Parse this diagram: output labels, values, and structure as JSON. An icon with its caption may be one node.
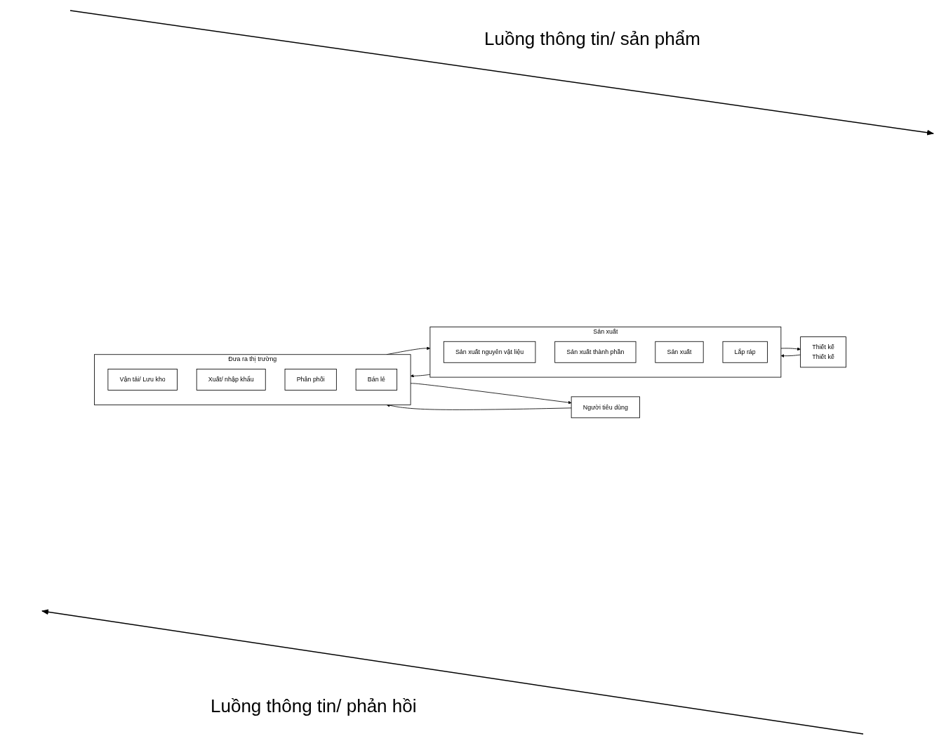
{
  "diagram": {
    "nodes": [
      {
        "text": [
          "Thiết kế",
          "Thiết kế"
        ]
      },
      {
        "text": [
          "Sản xuất"
        ]
      },
      {
        "text": [
          "Sản xuất nguyên vật liệu"
        ],
        "in": 1
      },
      {
        "text": [
          "Sản xuất thành phần"
        ],
        "in": 1
      },
      {
        "text": [
          "Sản xuất"
        ],
        "in": 1
      },
      {
        "text": [
          "Lắp ráp"
        ],
        "in": 1
      },
      {
        "text": [
          "Đưa ra thị trường"
        ]
      },
      {
        "text": [
          "Vận tải/ Lưu kho"
        ],
        "in": 6
      },
      {
        "text": [
          "Xuất/ nhập khẩu"
        ],
        "in": 6
      },
      {
        "text": [
          "Phân phối"
        ],
        "in": 6
      },
      {
        "text": [
          "Bán lẻ"
        ],
        "in": 6
      },
      {
        "text": [
          "Người tiêu dùng"
        ]
      }
    ],
    "edges": [
      {
        "from": 0,
        "to": 1,
        "arrow": "to"
      },
      {
        "from": 1,
        "to": 0,
        "arrow": "to"
      },
      {
        "from": 1,
        "to": 6,
        "arrow": "to"
      },
      {
        "from": 6,
        "to": 1,
        "arrow": "to"
      },
      {
        "from": 6,
        "to": 11,
        "arrow": "to"
      },
      {
        "from": 11,
        "to": 6,
        "arrow": "to"
      }
    ],
    "labels": [
      "Luồng thông tin/ sản phẩm",
      "Luồng thông tin/ phản hồi"
    ]
  }
}
